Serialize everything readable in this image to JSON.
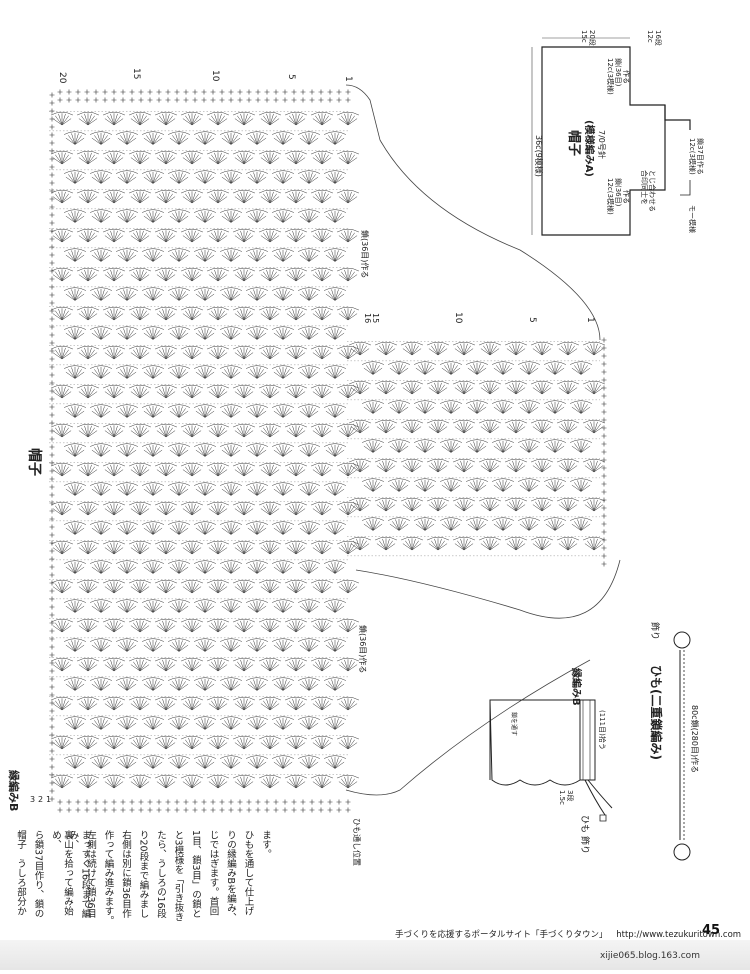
{
  "hood_chart": {
    "title": "帽子",
    "edge_label": "縁編みB",
    "row_ticks_top": [
      "20",
      "15",
      "10",
      "5",
      "1"
    ],
    "row_ticks_right": [
      "16",
      "15",
      "10",
      "5",
      "1"
    ],
    "foundation_top": "鎖(36目)作る",
    "foundation_bottom": "鎖(36目)作る",
    "bottom_numbers": [
      "3",
      "2",
      "1"
    ],
    "cord_position": "ひも通し位置"
  },
  "schematic": {
    "title": "帽子",
    "subtitle": "(模様編みA)",
    "needle": "7/0号針",
    "width": "36c(9模様)",
    "top_label": [
      "15c",
      "20段"
    ],
    "right_top": [
      "12c",
      "16段"
    ],
    "center_top": [
      "12c(3模様)",
      "鎖(36目)",
      "作る"
    ],
    "center_bottom": [
      "12c(3模様)",
      "鎖(36目)",
      "作る"
    ],
    "join": [
      "合印同士を",
      "とじ合わせる"
    ],
    "side": [
      "12c(3模様)",
      "鎖37目作る"
    ],
    "pattern_dir": "モー模様"
  },
  "finished": {
    "edge": "縁編みB",
    "pickup": "(111目)拾う",
    "inner": "鎖を通す",
    "dims": [
      "1.5c",
      "3段"
    ],
    "cord": "ひも",
    "ornament": "飾り"
  },
  "cord_diagram": {
    "title": "ひも(二重鎖編み)",
    "length": "80c鎖(280目)作る",
    "ornament": "飾り"
  },
  "instructions": [
    "帽子　うしろ部分か",
    "ら鎖37目作り、鎖の",
    "裏山を拾って編み始め、",
    "まっすぐ16段まで編み、",
    "左側は続けて鎖36目",
    "作って編み進みます。",
    "右側は別に鎖36目作",
    "り20段まで編みまし",
    "たら、うしろの16段",
    "と3模様を「引き抜き",
    "1目、鎖3目」の鎖と",
    "じではぎます。首回",
    "りの縁編みBを編み、",
    "ひもを通して仕上げ",
    "ます。"
  ],
  "footer": {
    "portal": "手づくりを応援するポータルサイト「手づくりタウン」",
    "url": "http://www.tezukuritown.com",
    "page": "45",
    "watermark": "xijie065.blog.163.com"
  },
  "colors": {
    "ink": "#222222",
    "grid": "#444444"
  }
}
